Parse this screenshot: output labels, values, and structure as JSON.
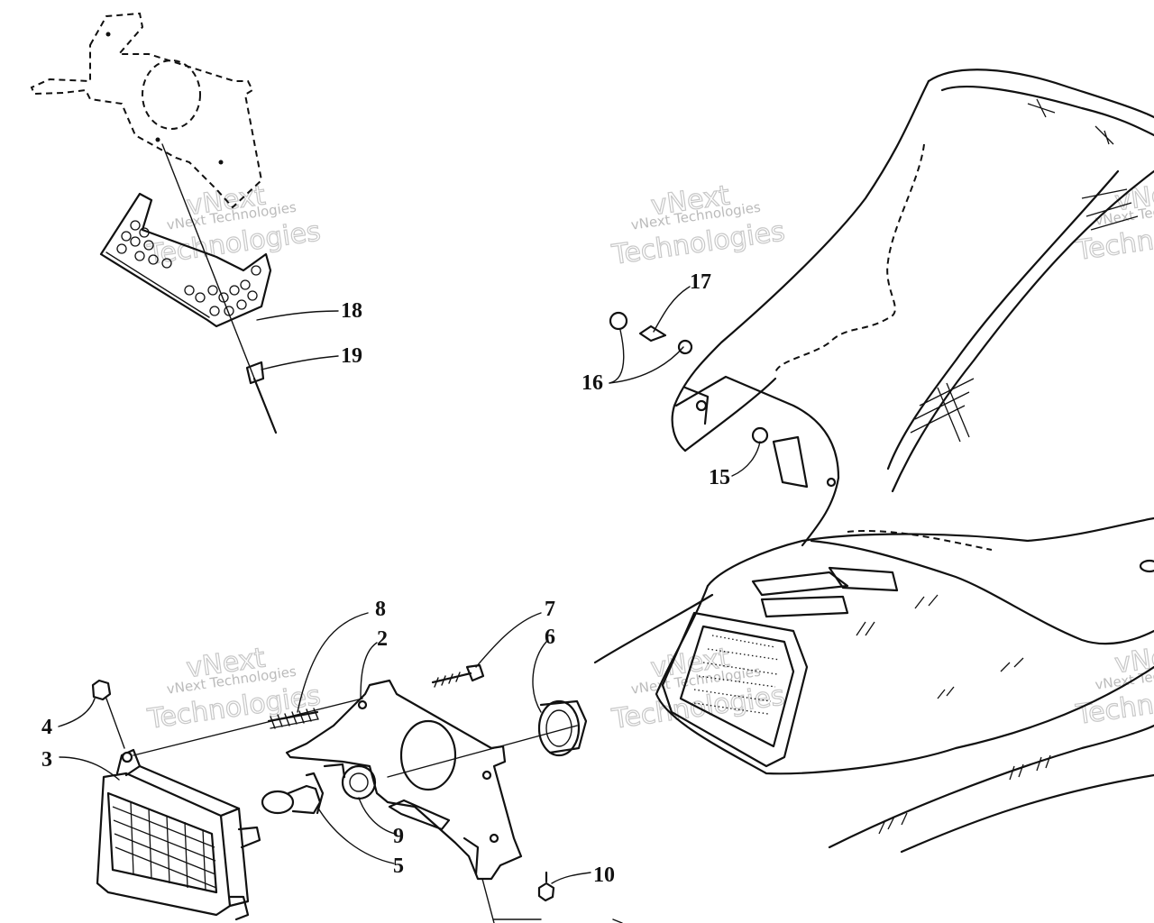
{
  "watermark": {
    "line1": "vNext Technologies",
    "line2": "vNext",
    "line3": "Technologies"
  },
  "callouts": [
    "2",
    "3",
    "4",
    "5",
    "6",
    "7",
    "8",
    "9",
    "10",
    "15",
    "16",
    "17",
    "18",
    "19"
  ]
}
